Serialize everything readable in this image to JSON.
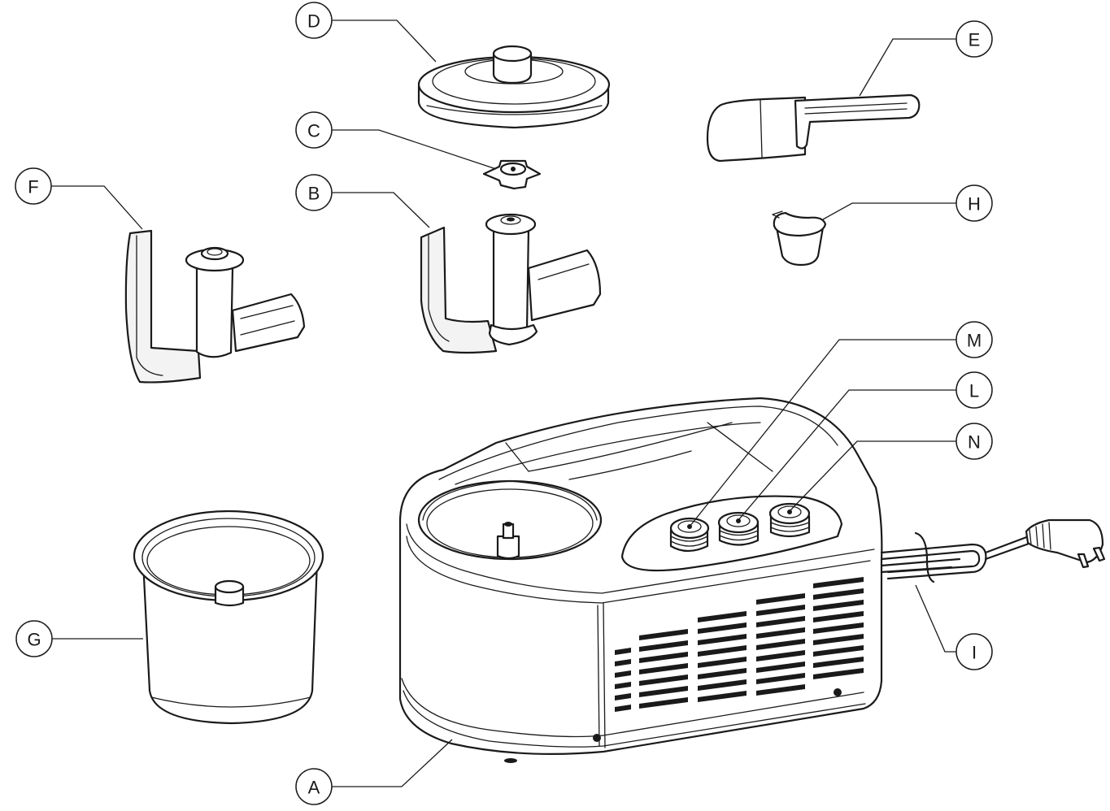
{
  "callouts": {
    "A": "A",
    "B": "B",
    "C": "C",
    "D": "D",
    "E": "E",
    "F": "F",
    "G": "G",
    "H": "H",
    "I": "I",
    "L": "L",
    "M": "M",
    "N": "N"
  }
}
